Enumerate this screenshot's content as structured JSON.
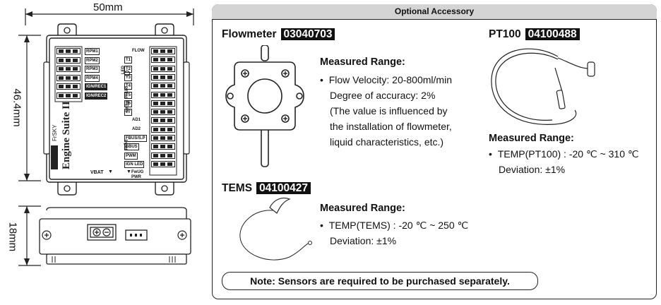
{
  "dimensions": {
    "width": "50mm",
    "height": "46.4mm",
    "depth": "18mm"
  },
  "device": {
    "left_ports": [
      "RPM1",
      "RPM2",
      "RPM3",
      "RPM4",
      "IGN/REC1",
      "IGN/REC2"
    ],
    "right_top_label": "FLOW",
    "pt100_label": "PT100",
    "pt100_ports": [
      "T1",
      "T2",
      "T3",
      "T4"
    ],
    "tems_label": "TEMS",
    "tems_ports": [
      "T5",
      "T6",
      "T7"
    ],
    "analog_ports": [
      "AD1",
      "AD2"
    ],
    "input_label": "Input",
    "input_ports": [
      "FBUS/S.P",
      "SBUS",
      "PWM",
      "IGN LED"
    ],
    "led_label": "LED",
    "vbat_label": "VBAT",
    "fw_label": "FwUG PWR",
    "brand": "FrSKY",
    "product": "Engine Suite II"
  },
  "panel": {
    "title": "Optional Accessory",
    "flowmeter": {
      "name": "Flowmeter",
      "code": "03040703",
      "range_title": "Measured Range:",
      "lines": [
        "Flow Velocity: 20-800ml/min",
        "Degree of accuracy: 2%",
        "(The value is influenced by",
        "the installation of flowmeter,",
        "liquid characteristics, etc.)"
      ]
    },
    "pt100": {
      "name": "PT100",
      "code": "04100488",
      "range_title": "Measured Range:",
      "lines": [
        "TEMP(PT100) : -20 ℃ ~ 310 ℃",
        "Deviation: ±1%"
      ]
    },
    "tems": {
      "name": "TEMS",
      "code": "04100427",
      "range_title": "Measured Range:",
      "lines": [
        "TEMP(TEMS) : -20 ℃ ~ 250 ℃",
        "Deviation: ±1%"
      ]
    },
    "note": "Note: Sensors are required to be purchased separately."
  }
}
